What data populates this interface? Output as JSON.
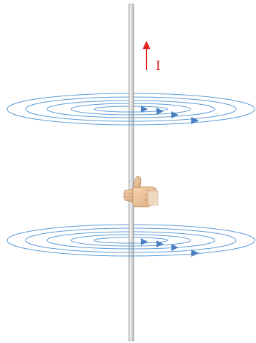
{
  "diagram": {
    "current_label": "I",
    "colors": {
      "current": "#e32222",
      "field_line": "#5b9bd5",
      "wire_light": "#e0e0e0",
      "wire_dark": "#a8a8a8"
    },
    "field_loop_count": 5,
    "field_arrow_count": 4,
    "icons": [
      "current-arrow-icon",
      "thumb-up-hand-icon"
    ]
  }
}
